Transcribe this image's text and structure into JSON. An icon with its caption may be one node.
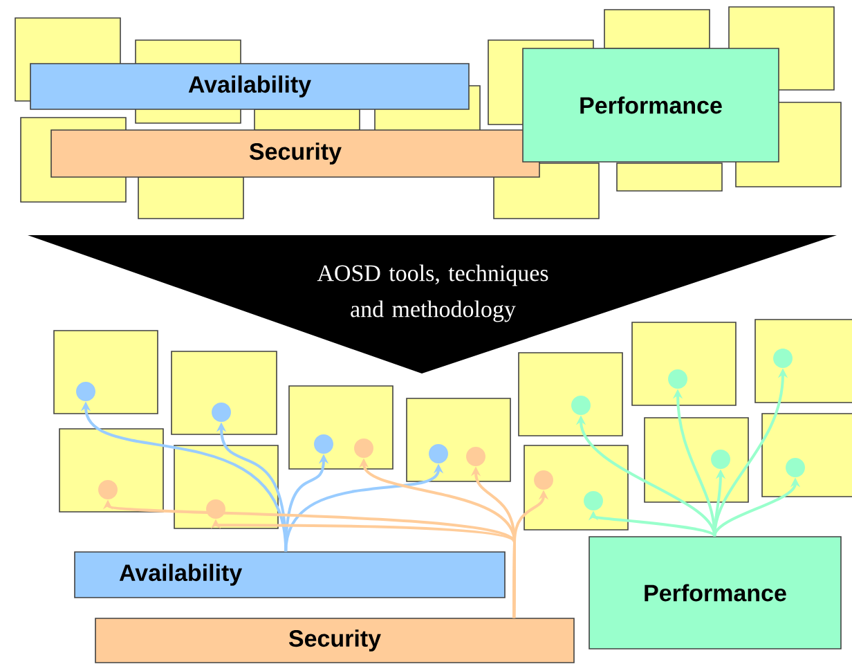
{
  "diagram": {
    "nodes": [
      {
        "text": [],
        "shape": "box"
      },
      {
        "text": [],
        "shape": "box"
      },
      {
        "text": [],
        "shape": "box"
      },
      {
        "text": [],
        "shape": "box"
      },
      {
        "text": [],
        "shape": "box"
      },
      {
        "text": [],
        "shape": "box"
      },
      {
        "text": [],
        "shape": "box"
      },
      {
        "text": [],
        "shape": "box"
      },
      {
        "text": [],
        "shape": "box"
      },
      {
        "text": [],
        "shape": "box"
      },
      {
        "text": [],
        "shape": "box"
      },
      {
        "text": [],
        "shape": "box"
      },
      {
        "text": [
          "Availability"
        ]
      },
      {
        "text": [
          "Security"
        ]
      },
      {
        "text": [
          "Performance"
        ]
      },
      {
        "text": [
          "AOSD tools, techniques and methodology"
        ]
      },
      {
        "text": [],
        "shape": "box"
      },
      {
        "text": [],
        "shape": "box"
      },
      {
        "text": [],
        "shape": "box"
      },
      {
        "text": [],
        "shape": "box"
      },
      {
        "text": [],
        "shape": "box"
      },
      {
        "text": [],
        "shape": "box"
      },
      {
        "text": [],
        "shape": "box"
      },
      {
        "text": [],
        "shape": "box"
      },
      {
        "text": [],
        "shape": "box"
      },
      {
        "text": [],
        "shape": "box"
      },
      {
        "text": [],
        "shape": "box"
      },
      {
        "text": [],
        "shape": "box"
      },
      {
        "text": [],
        "shape": "circle",
        "in": 16
      },
      {
        "text": [],
        "shape": "circle",
        "in": 17
      },
      {
        "text": [],
        "shape": "circle",
        "in": 20
      },
      {
        "text": [],
        "shape": "circle",
        "in": 21
      },
      {
        "text": [],
        "shape": "circle",
        "in": 18
      },
      {
        "text": [],
        "shape": "circle",
        "in": 19
      },
      {
        "text": [],
        "shape": "circle",
        "in": 20
      },
      {
        "text": [],
        "shape": "circle",
        "in": 21
      },
      {
        "text": [],
        "shape": "circle",
        "in": 23
      },
      {
        "text": [],
        "shape": "circle",
        "in": 22
      },
      {
        "text": [],
        "shape": "circle",
        "in": 24
      },
      {
        "text": [],
        "shape": "circle",
        "in": 26
      },
      {
        "text": [],
        "shape": "circle",
        "in": 25
      },
      {
        "text": [],
        "shape": "circle",
        "in": 27
      },
      {
        "text": [],
        "shape": "circle",
        "in": 23
      },
      {
        "text": [
          "Availability"
        ]
      },
      {
        "text": [
          "Security"
        ]
      },
      {
        "text": [
          "Performance"
        ]
      }
    ],
    "edges": [
      {
        "from": 43,
        "to": 28,
        "arrow": "to",
        "color": "#99ccff"
      },
      {
        "from": 43,
        "to": 29,
        "arrow": "to",
        "color": "#99ccff"
      },
      {
        "from": 43,
        "to": 30,
        "arrow": "to",
        "color": "#99ccff"
      },
      {
        "from": 43,
        "to": 31,
        "arrow": "to",
        "color": "#99ccff"
      },
      {
        "from": 44,
        "to": 32,
        "arrow": "to",
        "color": "#ffcc99"
      },
      {
        "from": 44,
        "to": 33,
        "arrow": "to",
        "color": "#ffcc99"
      },
      {
        "from": 44,
        "to": 34,
        "arrow": "to",
        "color": "#ffcc99"
      },
      {
        "from": 44,
        "to": 35,
        "arrow": "to",
        "color": "#ffcc99"
      },
      {
        "from": 44,
        "to": 36,
        "arrow": "to",
        "color": "#ffcc99"
      },
      {
        "from": 45,
        "to": 37,
        "arrow": "to",
        "color": "#99ffcc"
      },
      {
        "from": 45,
        "to": 38,
        "arrow": "to",
        "color": "#99ffcc"
      },
      {
        "from": 45,
        "to": 39,
        "arrow": "to",
        "color": "#99ffcc"
      },
      {
        "from": 45,
        "to": 40,
        "arrow": "to",
        "color": "#99ffcc"
      },
      {
        "from": 45,
        "to": 41,
        "arrow": "to",
        "color": "#99ffcc"
      },
      {
        "from": 45,
        "to": 42,
        "arrow": "to",
        "color": "#99ffcc"
      }
    ]
  }
}
